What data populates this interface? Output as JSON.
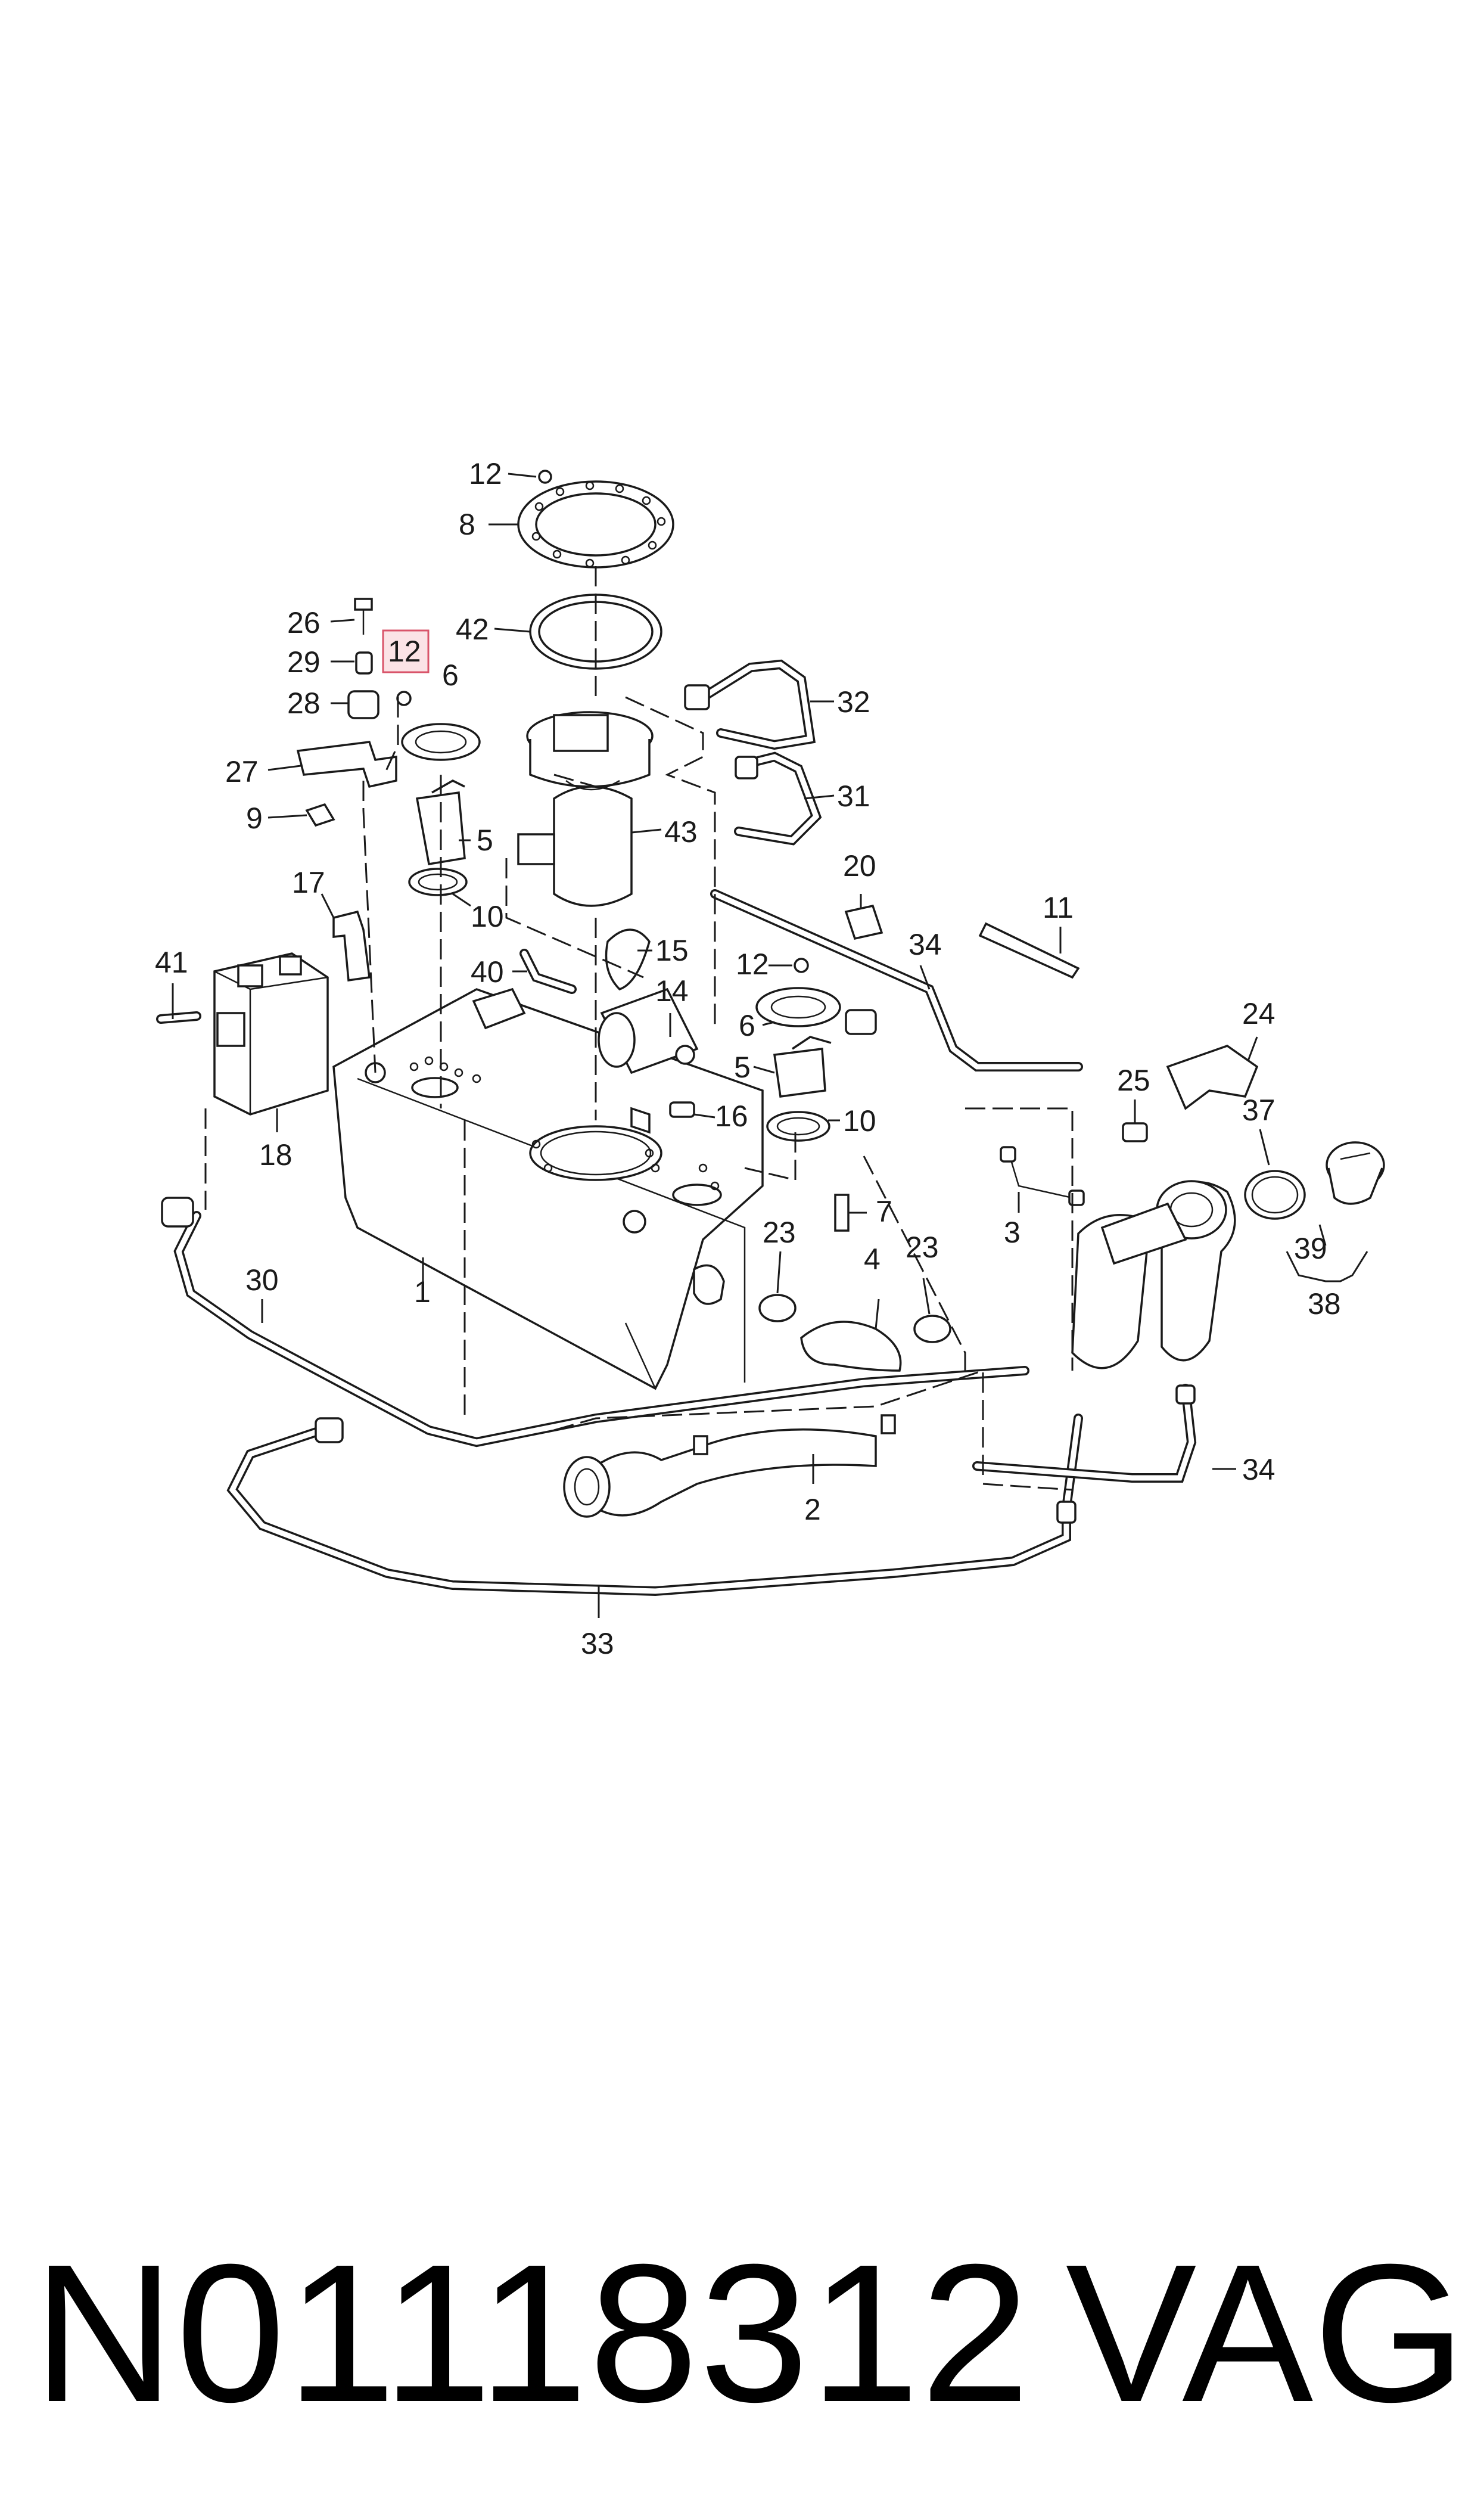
{
  "diagram": {
    "callouts": {
      "c12_top": "12",
      "c8": "8",
      "c42": "42",
      "c26": "26",
      "c12_hl": "12",
      "c6_left": "6",
      "c29": "29",
      "c28": "28",
      "c27": "27",
      "c9": "9",
      "c5_left": "5",
      "c10_left": "10",
      "c17": "17",
      "c41": "41",
      "c18": "18",
      "c32": "32",
      "c31": "31",
      "c43": "43",
      "c20": "20",
      "c11": "11",
      "c34_top": "34",
      "c15": "15",
      "c40": "40",
      "c14": "14",
      "c12_mid": "12",
      "c6_mid": "6",
      "c5_mid": "5",
      "c16": "16",
      "c10_mid": "10",
      "c24": "24",
      "c25": "25",
      "c37": "37",
      "c39": "39",
      "c38": "38",
      "c7": "7",
      "c3": "3",
      "c23_left": "23",
      "c23_right": "23",
      "c4": "4",
      "c30": "30",
      "c1": "1",
      "c2": "2",
      "c34_bottom": "34",
      "c33": "33"
    },
    "highlighted_part": "12"
  },
  "footer": {
    "code": "N01118312",
    "brand": "VAG"
  },
  "colors": {
    "line": "#1a1a1a",
    "highlight_fill": "#fbe3e6",
    "highlight_stroke": "#d9546a",
    "background": "#ffffff"
  }
}
